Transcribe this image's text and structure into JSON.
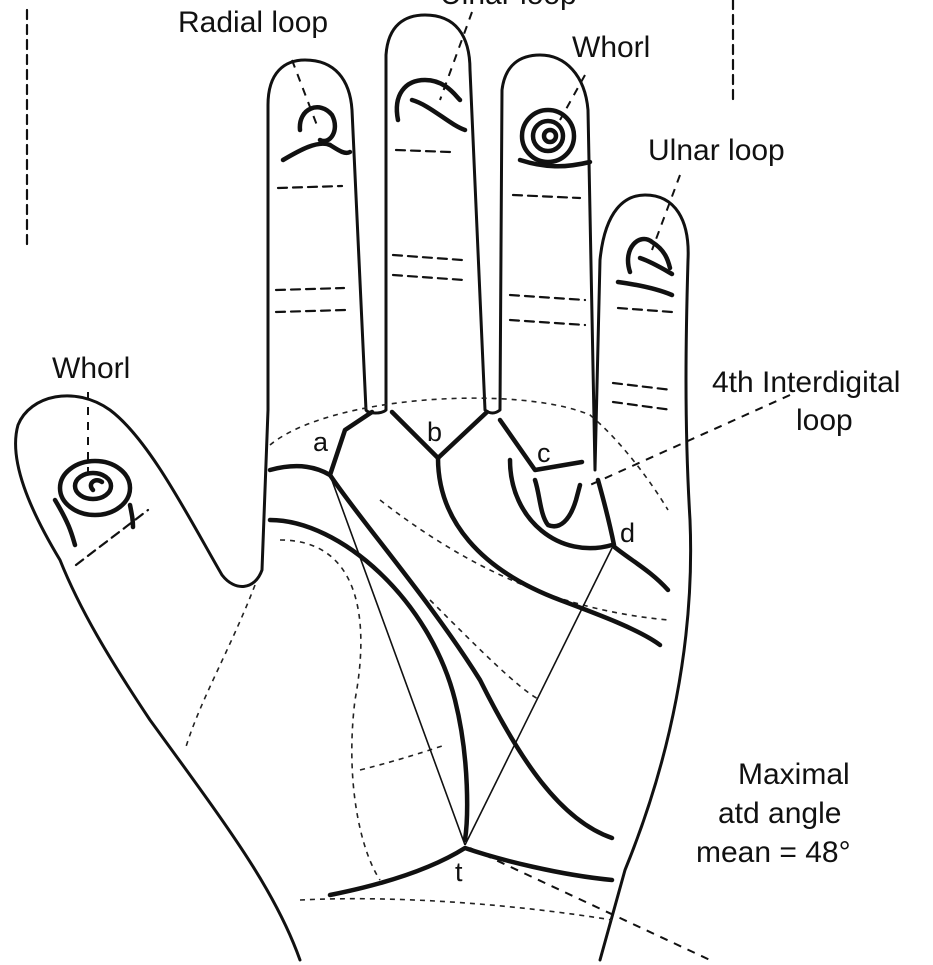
{
  "labels": {
    "radial_loop": "Radial loop",
    "ulnar_loop_top": "Ulnar loop",
    "whorl_ring": "Whorl",
    "ulnar_loop_little": "Ulnar loop",
    "whorl_thumb": "Whorl",
    "interdigital_line1": "4th Interdigital",
    "interdigital_line2": "loop",
    "atd_line1": "Maximal",
    "atd_line2": "atd angle",
    "atd_line3": "mean = 48°"
  },
  "triradii": {
    "a": "a",
    "b": "b",
    "c": "c",
    "d": "d",
    "t": "t"
  }
}
